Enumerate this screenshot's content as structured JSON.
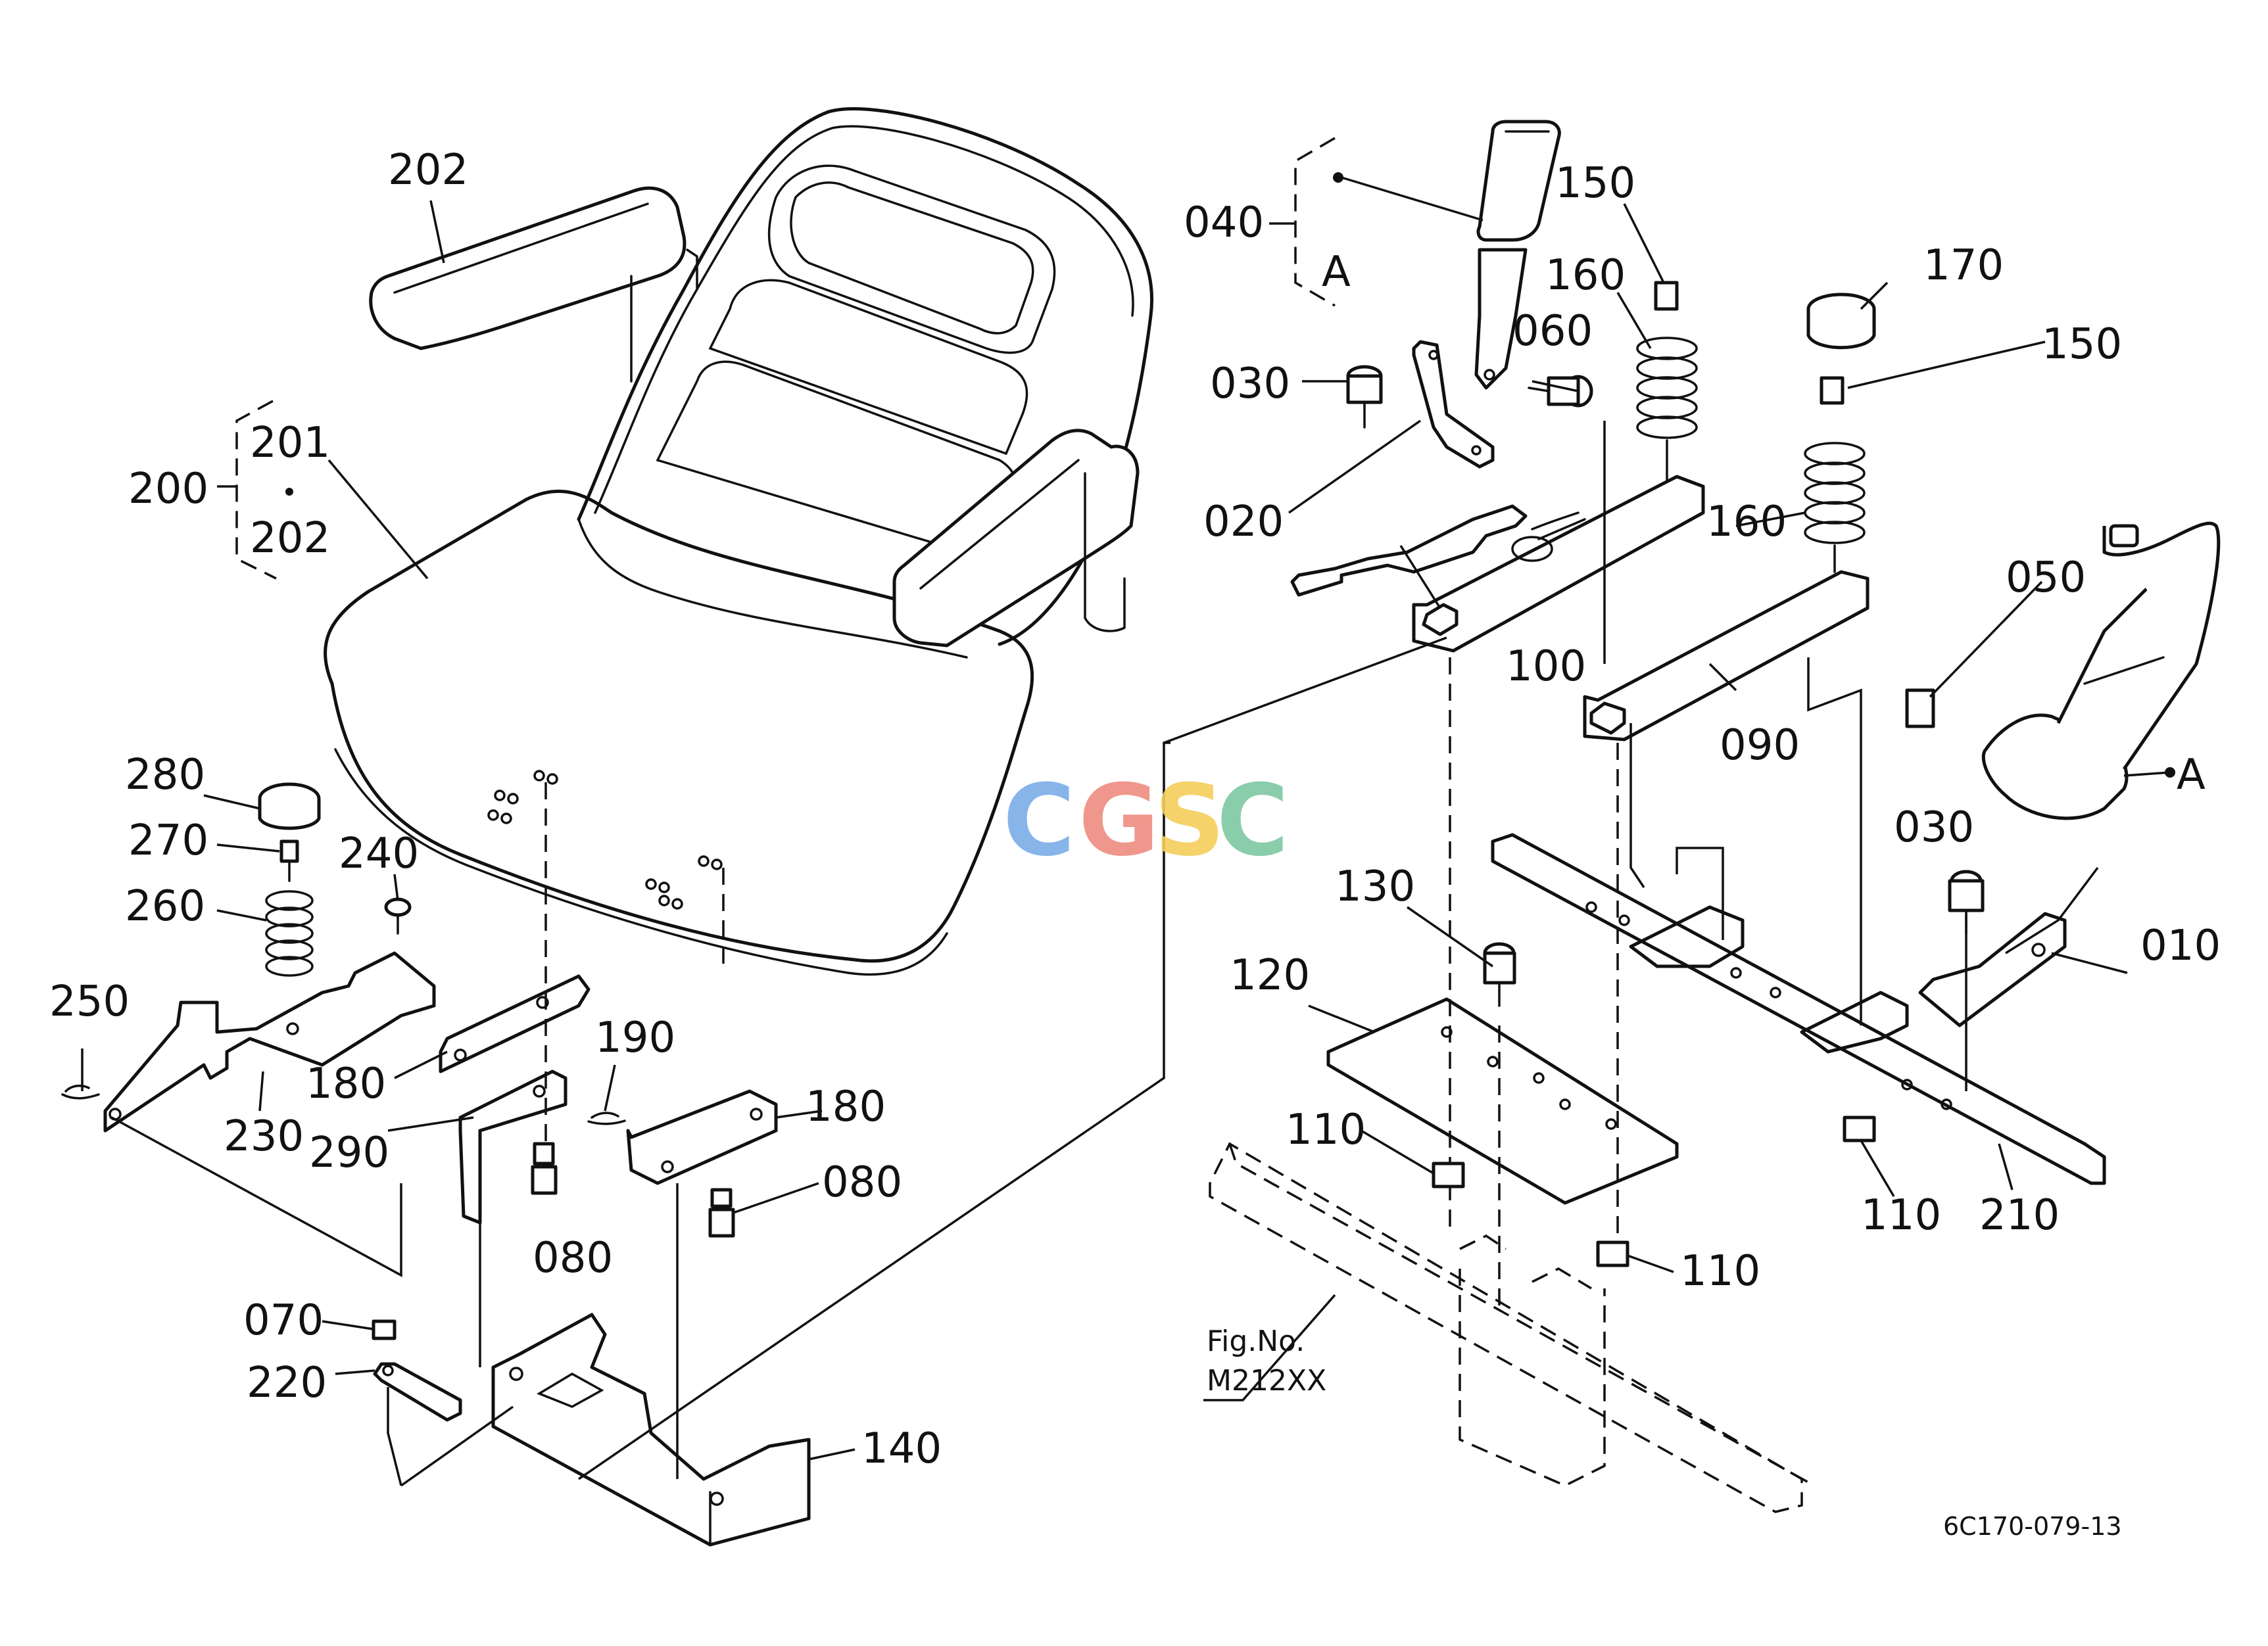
{
  "labels": {
    "p202_top": "202",
    "p200": "200",
    "p201": "201",
    "p202_bracket": "202",
    "p280": "280",
    "p270": "270",
    "p240": "240",
    "p260": "260",
    "p250": "250",
    "p180_left": "180",
    "p230": "230",
    "p290": "290",
    "p190": "190",
    "p180_right": "180",
    "p080_left": "080",
    "p080_right": "080",
    "p070": "070",
    "p220": "220",
    "p140": "140",
    "p040": "040",
    "pA_top": "A",
    "p150_top": "150",
    "p160_top": "160",
    "p060": "060",
    "p030_top": "030",
    "p020": "020",
    "p100": "100",
    "p170": "170",
    "p150_right": "150",
    "p160_right": "160",
    "p050": "050",
    "p090": "090",
    "pA_right": "A",
    "p030_right": "030",
    "p010": "010",
    "p130": "130",
    "p120": "120",
    "p110_left": "110",
    "p110_right": "110",
    "p110_bottom": "110",
    "p210": "210"
  },
  "figure_ref": {
    "line1": "Fig.No.",
    "line2": "M212XX"
  },
  "drawing_code": "6C170-079-13",
  "watermark": {
    "letters": [
      "C",
      "G",
      "S",
      "C"
    ],
    "colors": [
      "#7baee8",
      "#ee8c80",
      "#f5cf5a",
      "#7ec8a2"
    ]
  }
}
